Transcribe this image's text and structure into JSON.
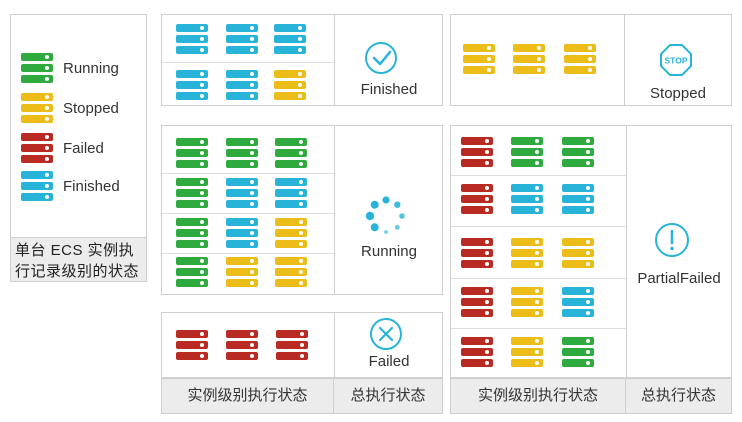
{
  "legend": {
    "items": [
      {
        "color": "#2eaa3f",
        "label": "Running"
      },
      {
        "color": "#ecbd18",
        "label": "Stopped"
      },
      {
        "color": "#b82a22",
        "label": "Failed"
      },
      {
        "color": "#27b4d8",
        "label": "Finished"
      }
    ],
    "caption": "单台 ECS 实例执行记录级别的状态"
  },
  "panels": {
    "finished": {
      "status": "Finished",
      "grid": [
        [
          "blue",
          "blue",
          "blue"
        ],
        [
          "blue",
          "blue",
          "yellow"
        ]
      ]
    },
    "stopped": {
      "status": "Stopped",
      "stop_sign_text": "STOP",
      "grid": [
        [
          "yellow",
          "yellow",
          "yellow"
        ]
      ]
    },
    "running": {
      "status": "Running",
      "grid": [
        [
          "green",
          "green",
          "green"
        ],
        [
          "green",
          "blue",
          "blue"
        ],
        [
          "green",
          "blue",
          "yellow"
        ],
        [
          "green",
          "yellow",
          "yellow"
        ]
      ]
    },
    "failed": {
      "status": "Failed",
      "grid": [
        [
          "red",
          "red",
          "red"
        ]
      ]
    },
    "partial": {
      "status": "PartialFailed",
      "grid": [
        [
          "red",
          "green",
          "green"
        ],
        [
          "red",
          "blue",
          "blue"
        ],
        [
          "red",
          "yellow",
          "yellow"
        ],
        [
          "red",
          "yellow",
          "blue"
        ],
        [
          "red",
          "yellow",
          "green"
        ]
      ]
    }
  },
  "footers": {
    "instance_status": "实例级别执行状态",
    "overall_status": "总执行状态"
  }
}
